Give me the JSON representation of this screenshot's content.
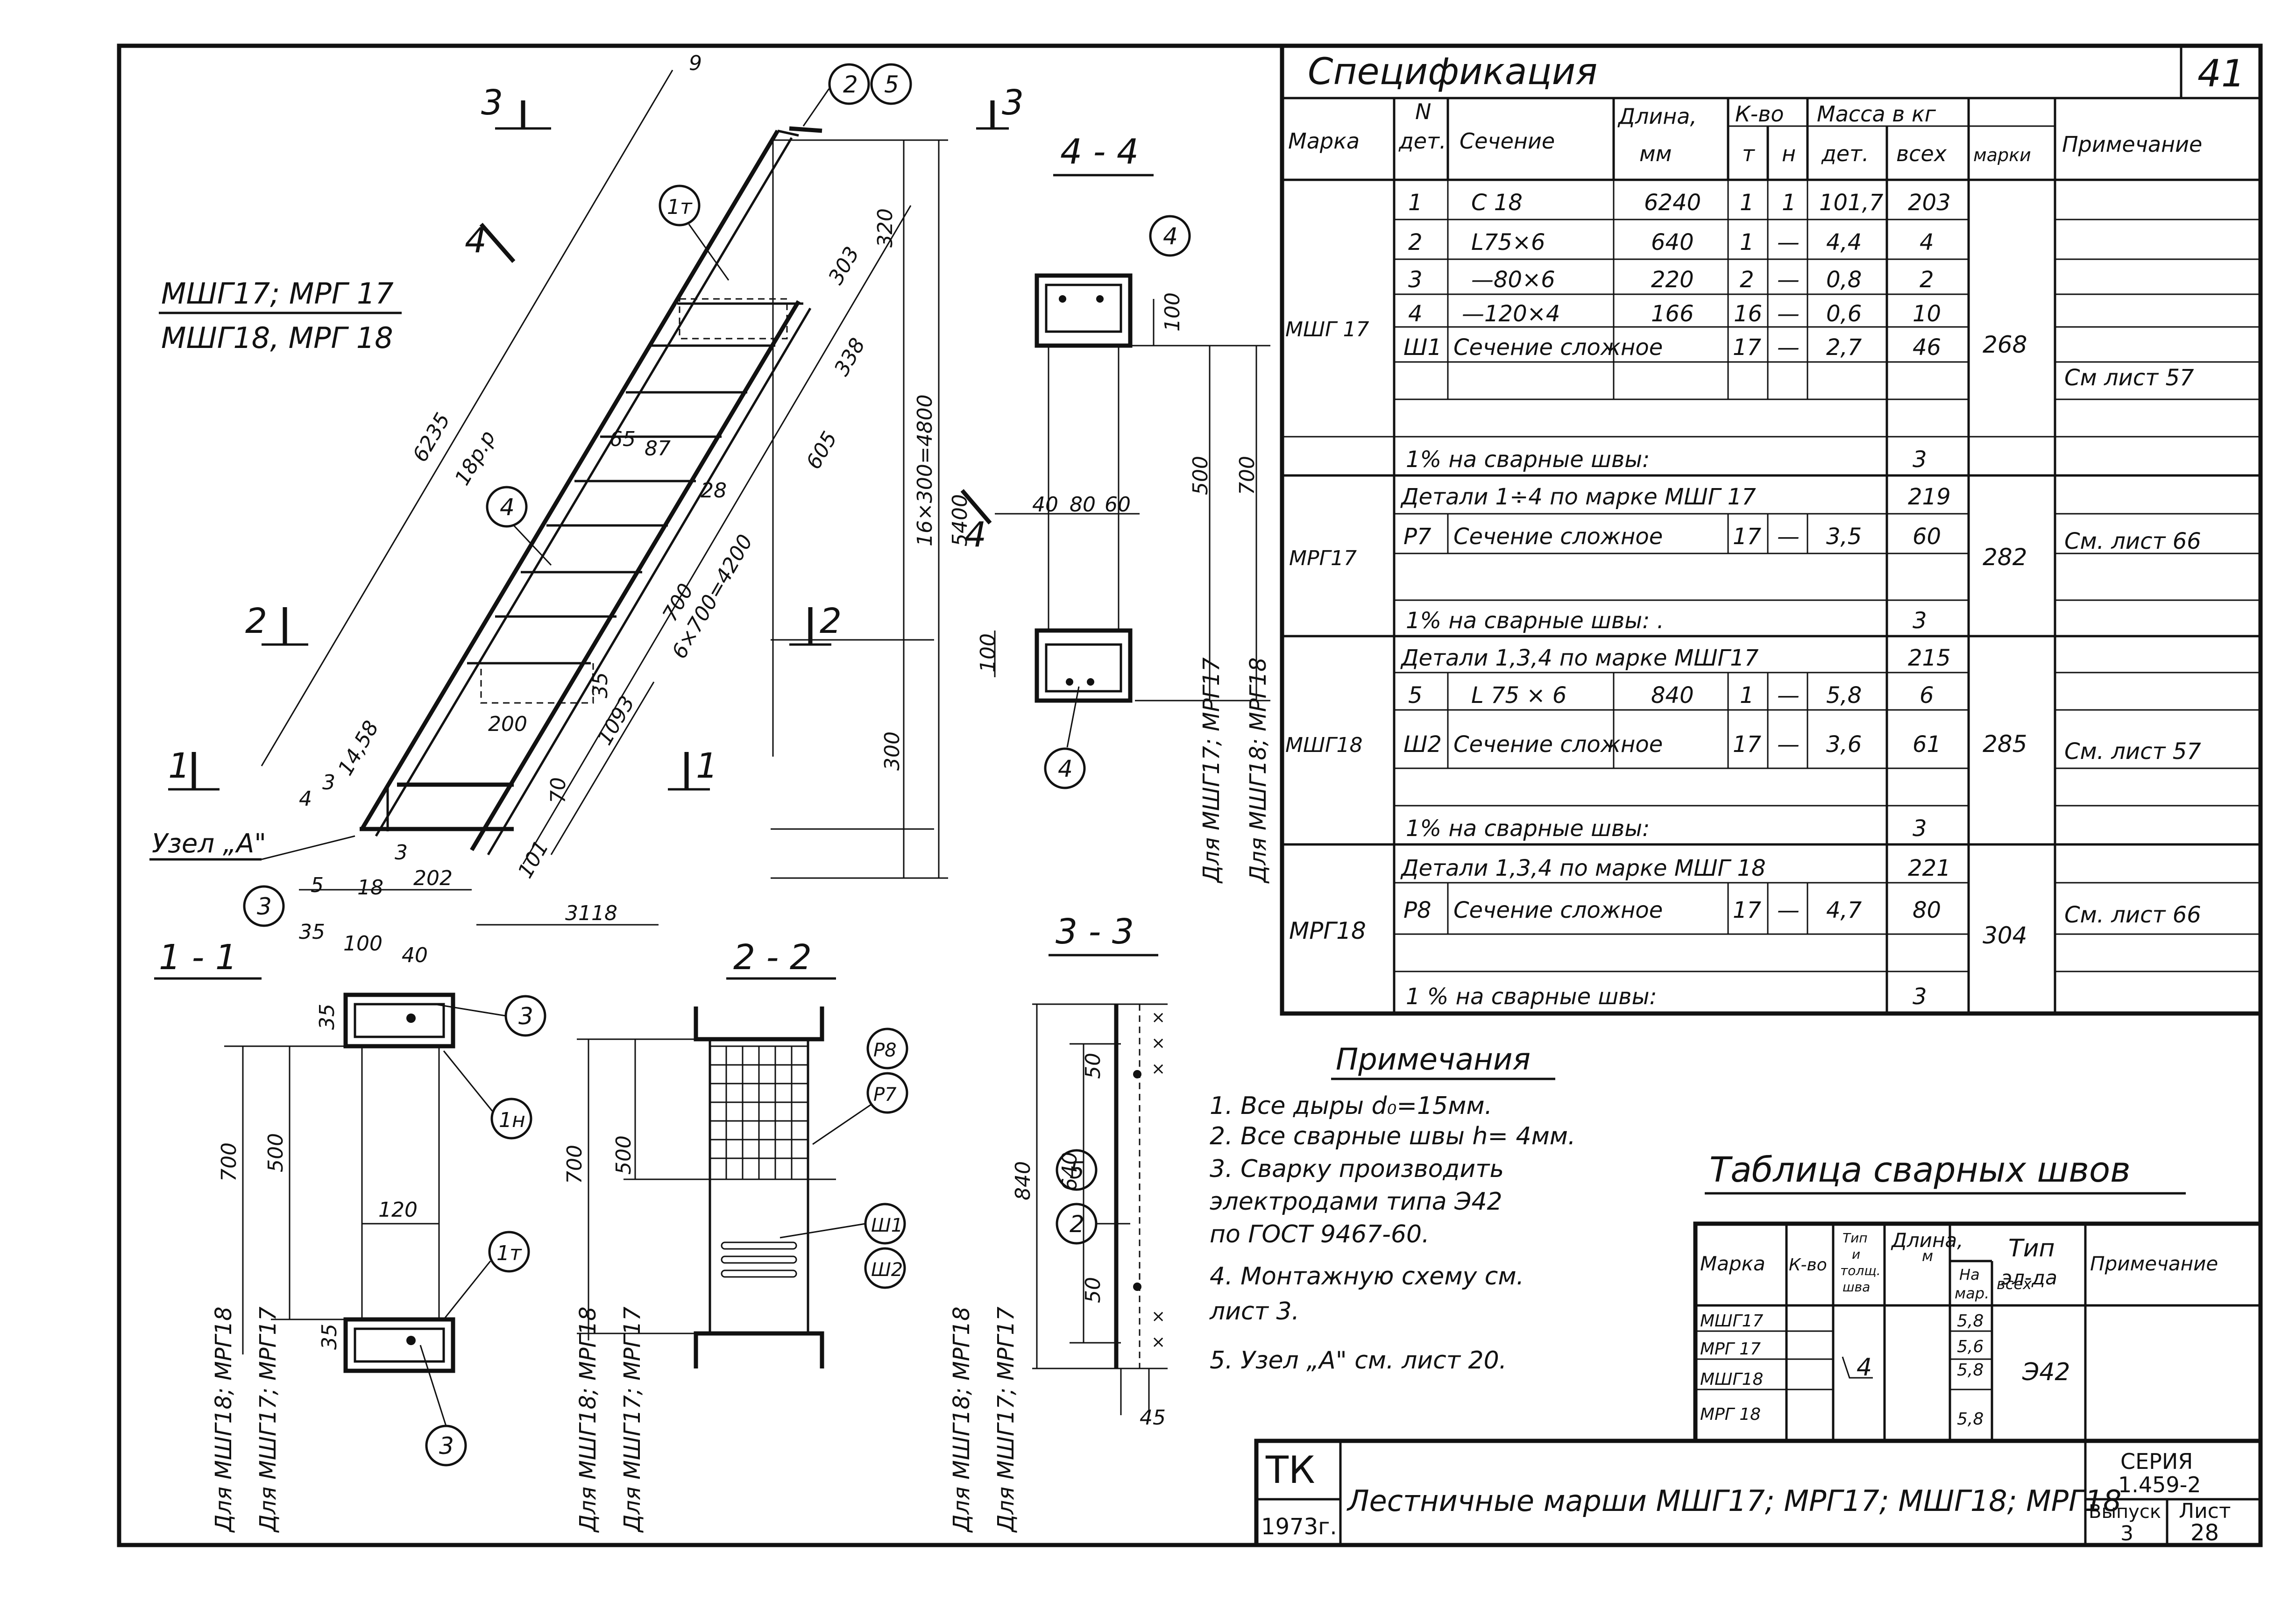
{
  "sheet": {
    "number": "41"
  },
  "spec": {
    "title": "Спецификация",
    "headers": {
      "marka": "Марка",
      "ndet_n": "N",
      "ndet": "дет.",
      "section": "Сечение",
      "length": "Длина,",
      "length_unit": "мм",
      "qty": "К-во",
      "qty_t": "т",
      "qty_n": "н",
      "mass": "Масса в кг",
      "mass_det": "дет.",
      "mass_all": "всех",
      "mass_mark": "марки",
      "note": "Примечание"
    },
    "rows": [
      {
        "n": "1",
        "section": "С 18",
        "length": "6240",
        "t": "1",
        "h": "1",
        "mdet": "101,7",
        "mall": "203"
      },
      {
        "n": "2",
        "section": "L75×6",
        "length": "640",
        "t": "1",
        "h": "—",
        "mdet": "4,4",
        "mall": "4"
      },
      {
        "n": "3",
        "section": "—80×6",
        "length": "220",
        "t": "2",
        "h": "—",
        "mdet": "0,8",
        "mall": "2"
      },
      {
        "n": "4",
        "section": "—120×4",
        "length": "166",
        "t": "16",
        "h": "—",
        "mdet": "0,6",
        "mall": "10"
      },
      {
        "n": "Ш1",
        "section": "Сечение сложное",
        "length": "",
        "t": "17",
        "h": "—",
        "mdet": "2,7",
        "mall": "46",
        "note": "См лист 57"
      },
      {
        "span": "1% на сварные швы:",
        "mall": "3"
      },
      {
        "span": "Детали 1÷4 по марке  МШГ 17",
        "mall": "219"
      },
      {
        "n": "Р7",
        "section": "Сечение сложное",
        "length": "",
        "t": "17",
        "h": "—",
        "mdet": "3,5",
        "mall": "60",
        "note": "См. лист 66"
      },
      {
        "span": "1% на сварные  швы: .",
        "mall": "3"
      },
      {
        "span": "Детали 1,3,4 по марке  МШГ17",
        "mall": "215"
      },
      {
        "n": "5",
        "section": "L 75 × 6",
        "length": "840",
        "t": "1",
        "h": "—",
        "mdet": "5,8",
        "mall": "6"
      },
      {
        "n": "Ш2",
        "section": "Сечение сложное",
        "length": "",
        "t": "17",
        "h": "—",
        "mdet": "3,6",
        "mall": "61",
        "note": "См. лист 57"
      },
      {
        "span": "1% на сварные  швы:",
        "mall": "3"
      },
      {
        "span": "Детали 1,3,4 по марке МШГ 18",
        "mall": "221"
      },
      {
        "n": "Р8",
        "section": "Сечение сложное",
        "length": "",
        "t": "17",
        "h": "—",
        "mdet": "4,7",
        "mall": "80",
        "note": "См. лист 66"
      },
      {
        "span": "1 % на сварные  швы:",
        "mall": "3"
      }
    ],
    "groups": [
      {
        "mark": "МШГ 17",
        "mass": "268"
      },
      {
        "mark": "МРГ17",
        "mass": "282"
      },
      {
        "mark": "МШГ18",
        "mass": "285"
      },
      {
        "mark": "МРГ18",
        "mass": "304"
      }
    ]
  },
  "notes": {
    "title": "Примечания",
    "items": [
      "1. Все дыры d₀=15мм.",
      "2. Все сварные швы h= 4мм.",
      "3. Сварку производить",
      "    электродами типа Э42",
      "    по ГОСТ 9467-60.",
      "4. Монтажную схему см.",
      "    лист 3.",
      "5. Узел „А\" см. лист 20."
    ]
  },
  "welds": {
    "title": "Таблица сварных швов",
    "headers": {
      "marka": "Марка",
      "qty": "К-во",
      "type1": "Тип",
      "type2": "и",
      "type3": "толщ.",
      "type4": "шва",
      "len": "Длина,",
      "len_unit": "м",
      "len_mark1": "На",
      "len_mark2": "мар.",
      "len_all": "всех",
      "el1": "Тип",
      "el2": "эл-да",
      "note": "Примечание"
    },
    "rows": [
      {
        "mark": "МШГ17",
        "len": "5,8"
      },
      {
        "mark": "МРГ 17",
        "len": "5,6"
      },
      {
        "mark": "МШГ18",
        "len": "5,8"
      },
      {
        "mark": "МРГ 18",
        "len": "5,8"
      }
    ],
    "weld_type": "4",
    "electrode": "Э42"
  },
  "title_block": {
    "org": "ТК",
    "year": "1973г.",
    "title": "Лестничные марши  МШГ17;  МРГ17;  МШГ18;  МРГ18",
    "series_label": "СЕРИЯ",
    "series": "1.459-2",
    "issue_label": "Выпуск",
    "issue": "3",
    "sheet_label": "Лист",
    "sheet": "28"
  },
  "drawing": {
    "marks_top": "МШГ17;   МРГ 17",
    "marks_bottom": "МШГ18,   МРГ 18",
    "sec_3": "3",
    "sec_4": "4",
    "sec_2": "2",
    "sec_1": "1",
    "node_a": "Узел „А\"",
    "dims": {
      "d9": "9",
      "d303": "303",
      "d320": "320",
      "d338": "338",
      "d605": "605",
      "d6235": "6235",
      "d18pp": "18р.р",
      "d65": "65",
      "d87": "87",
      "d28": "28",
      "d700a": "700",
      "d6x700": "6×700=4200",
      "d16x300": "16×300=4800",
      "d5400": "5400",
      "d35": "35",
      "d1093": "1093",
      "d200": "200",
      "d300": "300",
      "d70": "70",
      "d101": "101",
      "d1458": "14,58",
      "d4": "4",
      "d3": "3",
      "d5": "5",
      "d18": "18",
      "d202": "202",
      "d100": "100",
      "d40": "40",
      "d3118": "3118",
      "d35b": "35"
    },
    "s44": {
      "title": "4 - 4",
      "d100a": "100",
      "d40": "40",
      "d80": "80",
      "d60": "60",
      "d500": "500",
      "d700": "700",
      "d100b": "100",
      "for1": "Для МШГ17; МРГ17",
      "for2": "Для МШГ18; МРГ18"
    },
    "s11": {
      "title": "1 - 1",
      "d35a": "35",
      "d700": "700",
      "d500": "500",
      "d120": "120",
      "d35b": "35",
      "for1": "Для МШГ18; МРГ18",
      "for2": "Для МШГ17; МРГ17"
    },
    "s22": {
      "title": "2 - 2",
      "d700": "700",
      "d500": "500",
      "for1": "Для МШГ18; МРГ18",
      "for2": "Для МШГ17; МРГ17"
    },
    "s33": {
      "title": "3 - 3",
      "d50a": "50",
      "d840": "840",
      "d640": "640",
      "d50b": "50",
      "d45": "45",
      "for1": "Для МШГ18; МРГ18",
      "for2": "Для МШГ17; МРГ17"
    },
    "bubbles": {
      "b2": "2",
      "b5": "5",
      "b1t": "1т",
      "b4": "4",
      "b3": "3",
      "b1n": "1н",
      "p8": "Р8",
      "p7": "Р7",
      "sh1": "Ш1",
      "sh2": "Ш2"
    }
  }
}
